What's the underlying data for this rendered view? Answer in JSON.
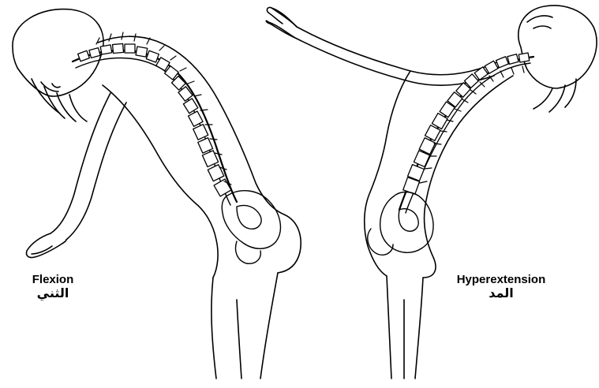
{
  "figures": [
    {
      "id": "flexion",
      "label_en": "Flexion",
      "label_ar": "الثني"
    },
    {
      "id": "hyperextension",
      "label_en": "Hyperextension",
      "label_ar": "المد"
    }
  ]
}
